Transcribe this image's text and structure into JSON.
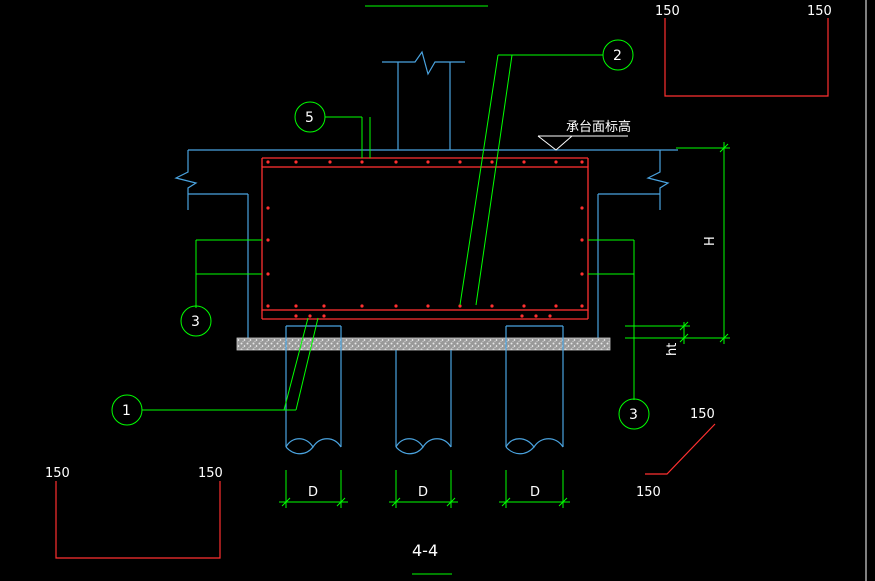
{
  "section_title": "4-4",
  "elevation_label": "承台面标高",
  "dimensions": {
    "height": "H",
    "cushion": "ht",
    "pile_diameter": "D"
  },
  "callouts": [
    "1",
    "2",
    "3",
    "5"
  ],
  "hook_details": {
    "top_right_left": "150",
    "top_right_right": "150",
    "bottom_left_left": "150",
    "bottom_left_right": "150",
    "diag_top": "150",
    "diag_bottom": "150"
  },
  "colors": {
    "background": "#000000",
    "concrete_outline": "#4aa3df",
    "rebar": "#ff3030",
    "leader": "#00ff00",
    "text": "#ffffff",
    "cushion_fill": "#c8c8c8"
  }
}
